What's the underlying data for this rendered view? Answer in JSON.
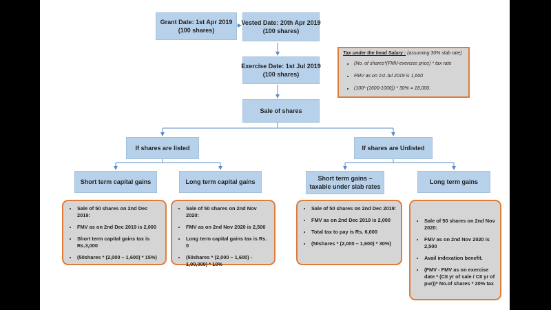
{
  "boxes": {
    "grant": {
      "line1": "Grant Date: 1st Apr 2019",
      "line2": "(100 shares)"
    },
    "vested": {
      "line1": "Vested Date: 20th Apr 2019",
      "line2": "(100 shares)"
    },
    "exercise": {
      "line1": "Exercise Date: 1st Jul 2019",
      "line2": "(100 shares)"
    },
    "sale": {
      "line1": "Sale of shares"
    },
    "listed": {
      "line1": "If shares are listed"
    },
    "unlisted": {
      "line1": "If shares are Unlisted"
    },
    "stcg": {
      "line1": "Short term capital gains"
    },
    "ltcg": {
      "line1": "Long term capital gains"
    },
    "stg_unlisted": {
      "line1": "Short term gains –",
      "line2": "taxable under slab rates"
    },
    "ltg_unlisted": {
      "line1": "Long term gains"
    }
  },
  "tax_note": {
    "heading": "Tax under the head Salary :",
    "heading_suffix": " (assuming 30% slab rate)",
    "items": [
      "(No. of shares*(FMV-exercise price) * tax rate",
      "FMV as on 1st Jul 2019 is 1,600",
      "(100* (1600-1000))  * 30% = 18,000."
    ]
  },
  "cards": {
    "stcg": [
      "Sale of 50 shares on 2nd Dec 2019:",
      "FMV as on 2nd Dec 2019 is 2,000",
      "Short term capital gains tax is Rs.3,000",
      "(50shares * (2,000 – 1,600) * 15%)"
    ],
    "ltcg": [
      "Sale of 50 shares on 2nd Nov 2020:",
      "FMV as on 2nd Nov 2020 is 2,500",
      "Long term capital gains tax is Rs. 0",
      "(50shares * (2,000 – 1,600)  - 1,00,000) * 10%"
    ],
    "stg_unlisted": [
      "Sale of 50 shares on 2nd Dec 2019:",
      "FMV as on 2nd Dec 2019 is 2,000",
      "Total tax to pay is Rs. 6,000",
      "(50shares * (2,000 – 1,600) * 30%)"
    ],
    "ltg_unlisted": [
      "Sale of 50 shares on 2nd Nov 2020:",
      "FMV as on 2nd Nov 2020 is 2,500",
      "Avail indexation benefit.",
      "(FMV - FMV as on exercise date * (CII yr of sale / CII yr of pur))* No.of shares * 20% tax"
    ]
  },
  "colors": {
    "box_fill": "#b8d1ea",
    "card_fill": "#d5d5d5",
    "card_border": "#e07b39",
    "connector": "#5b8bc7"
  }
}
